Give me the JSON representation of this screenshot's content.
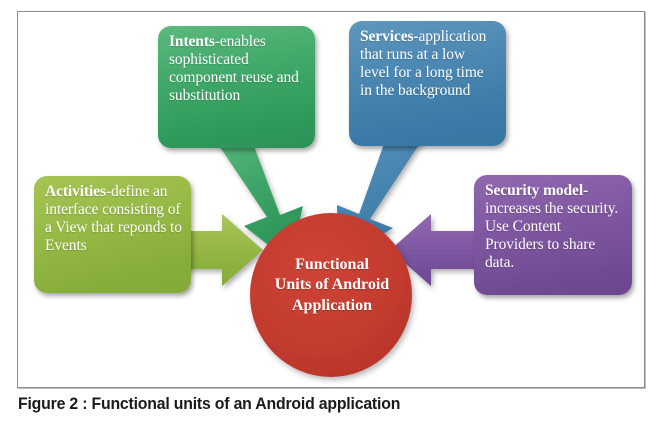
{
  "figure": {
    "caption": "Figure 2 : Functional units of an Android application",
    "center": {
      "line1": "Functional",
      "line2": "Units of Android",
      "line3": "Application",
      "color": "#c0392b"
    },
    "boxes": [
      {
        "id": "intents",
        "lead": "Intents",
        "rest": "-enables sophisticated component reuse and substitution",
        "color": "#3a9e61",
        "arrow": "down-right-arrow"
      },
      {
        "id": "services",
        "lead": "Services-",
        "rest": "application that runs at a low level for a long time in the background",
        "color": "#4383ad",
        "arrow": "down-left-arrow"
      },
      {
        "id": "activities",
        "lead": "Activities",
        "rest": "-define an interface consisting of a View that reponds to Events",
        "color": "#8fb23e",
        "arrow": "right-arrow"
      },
      {
        "id": "security",
        "lead": "Security model-",
        "rest": "increases the security. Use Content Providers to share data.",
        "color": "#7a52a0",
        "arrow": "left-arrow"
      }
    ]
  }
}
